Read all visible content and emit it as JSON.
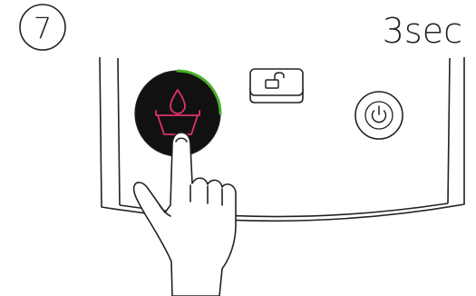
{
  "instruction": {
    "step_number": "7",
    "duration_label": "3sec"
  },
  "buttons": {
    "fill_water": {
      "icon": "water-drop-basin-icon",
      "state": "pressed",
      "press_progress": 0.25
    },
    "child_lock": {
      "icon": "padlock-open-icon"
    },
    "power": {
      "icon": "power-icon"
    }
  },
  "colors": {
    "line": "#222222",
    "button_fill": "#111111",
    "icon_accent": "#e0306f",
    "progress_ring": "#4caf2a",
    "background": "#ffffff"
  }
}
